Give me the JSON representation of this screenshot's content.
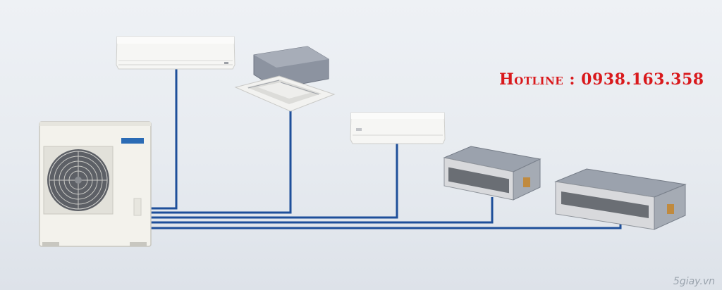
{
  "hotline": {
    "prefix": "Hotline :",
    "number": " 0938.163.358",
    "color": "#d9191c"
  },
  "watermark": {
    "text": "5giay.vn"
  },
  "colors": {
    "pipe": "#1e4f9a",
    "background": "#e8ecf1"
  },
  "units": {
    "outdoor": {
      "name": "outdoor-condenser-unit"
    },
    "indoor": [
      {
        "name": "wall-mounted-unit-large"
      },
      {
        "name": "ceiling-cassette-unit"
      },
      {
        "name": "wall-mounted-unit-small"
      },
      {
        "name": "concealed-duct-unit-1"
      },
      {
        "name": "concealed-duct-unit-2"
      }
    ]
  }
}
